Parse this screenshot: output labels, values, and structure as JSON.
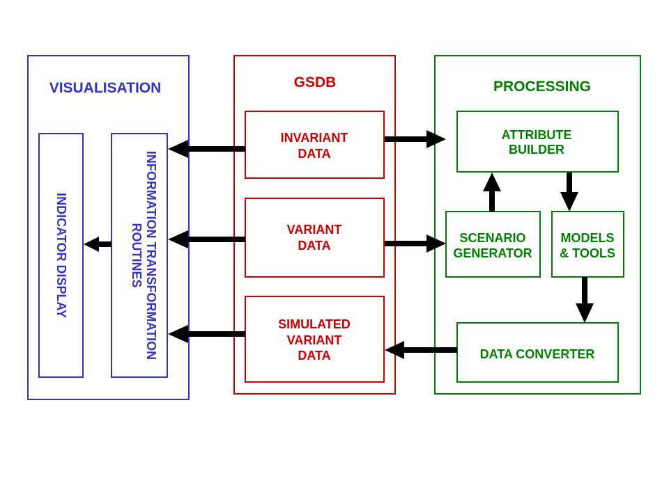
{
  "colors": {
    "visualisation": "#3333cc",
    "gsdb": "#cc0000",
    "processing": "#008000",
    "arrow": "#000000"
  },
  "visualisation": {
    "title": "VISUALISATION",
    "indicator_display": "INDICATOR DISPLAY",
    "info_transform_line1": "INFORMATION TRANSFORMATION",
    "info_transform_line2": "ROUTINES"
  },
  "gsdb": {
    "title": "GSDB",
    "invariant": {
      "line1": "INVARIANT",
      "line2": "DATA"
    },
    "variant": {
      "line1": "VARIANT",
      "line2": "DATA"
    },
    "simulated": {
      "line1": "SIMULATED",
      "line2": "VARIANT",
      "line3": "DATA"
    }
  },
  "processing": {
    "title": "PROCESSING",
    "attribute_builder": {
      "line1": "ATTRIBUTE",
      "line2": "BUILDER"
    },
    "scenario_generator": {
      "line1": "SCENARIO",
      "line2": "GENERATOR"
    },
    "models_tools": {
      "line1": "MODELS",
      "line2": "& TOOLS"
    },
    "data_converter": "DATA CONVERTER"
  }
}
